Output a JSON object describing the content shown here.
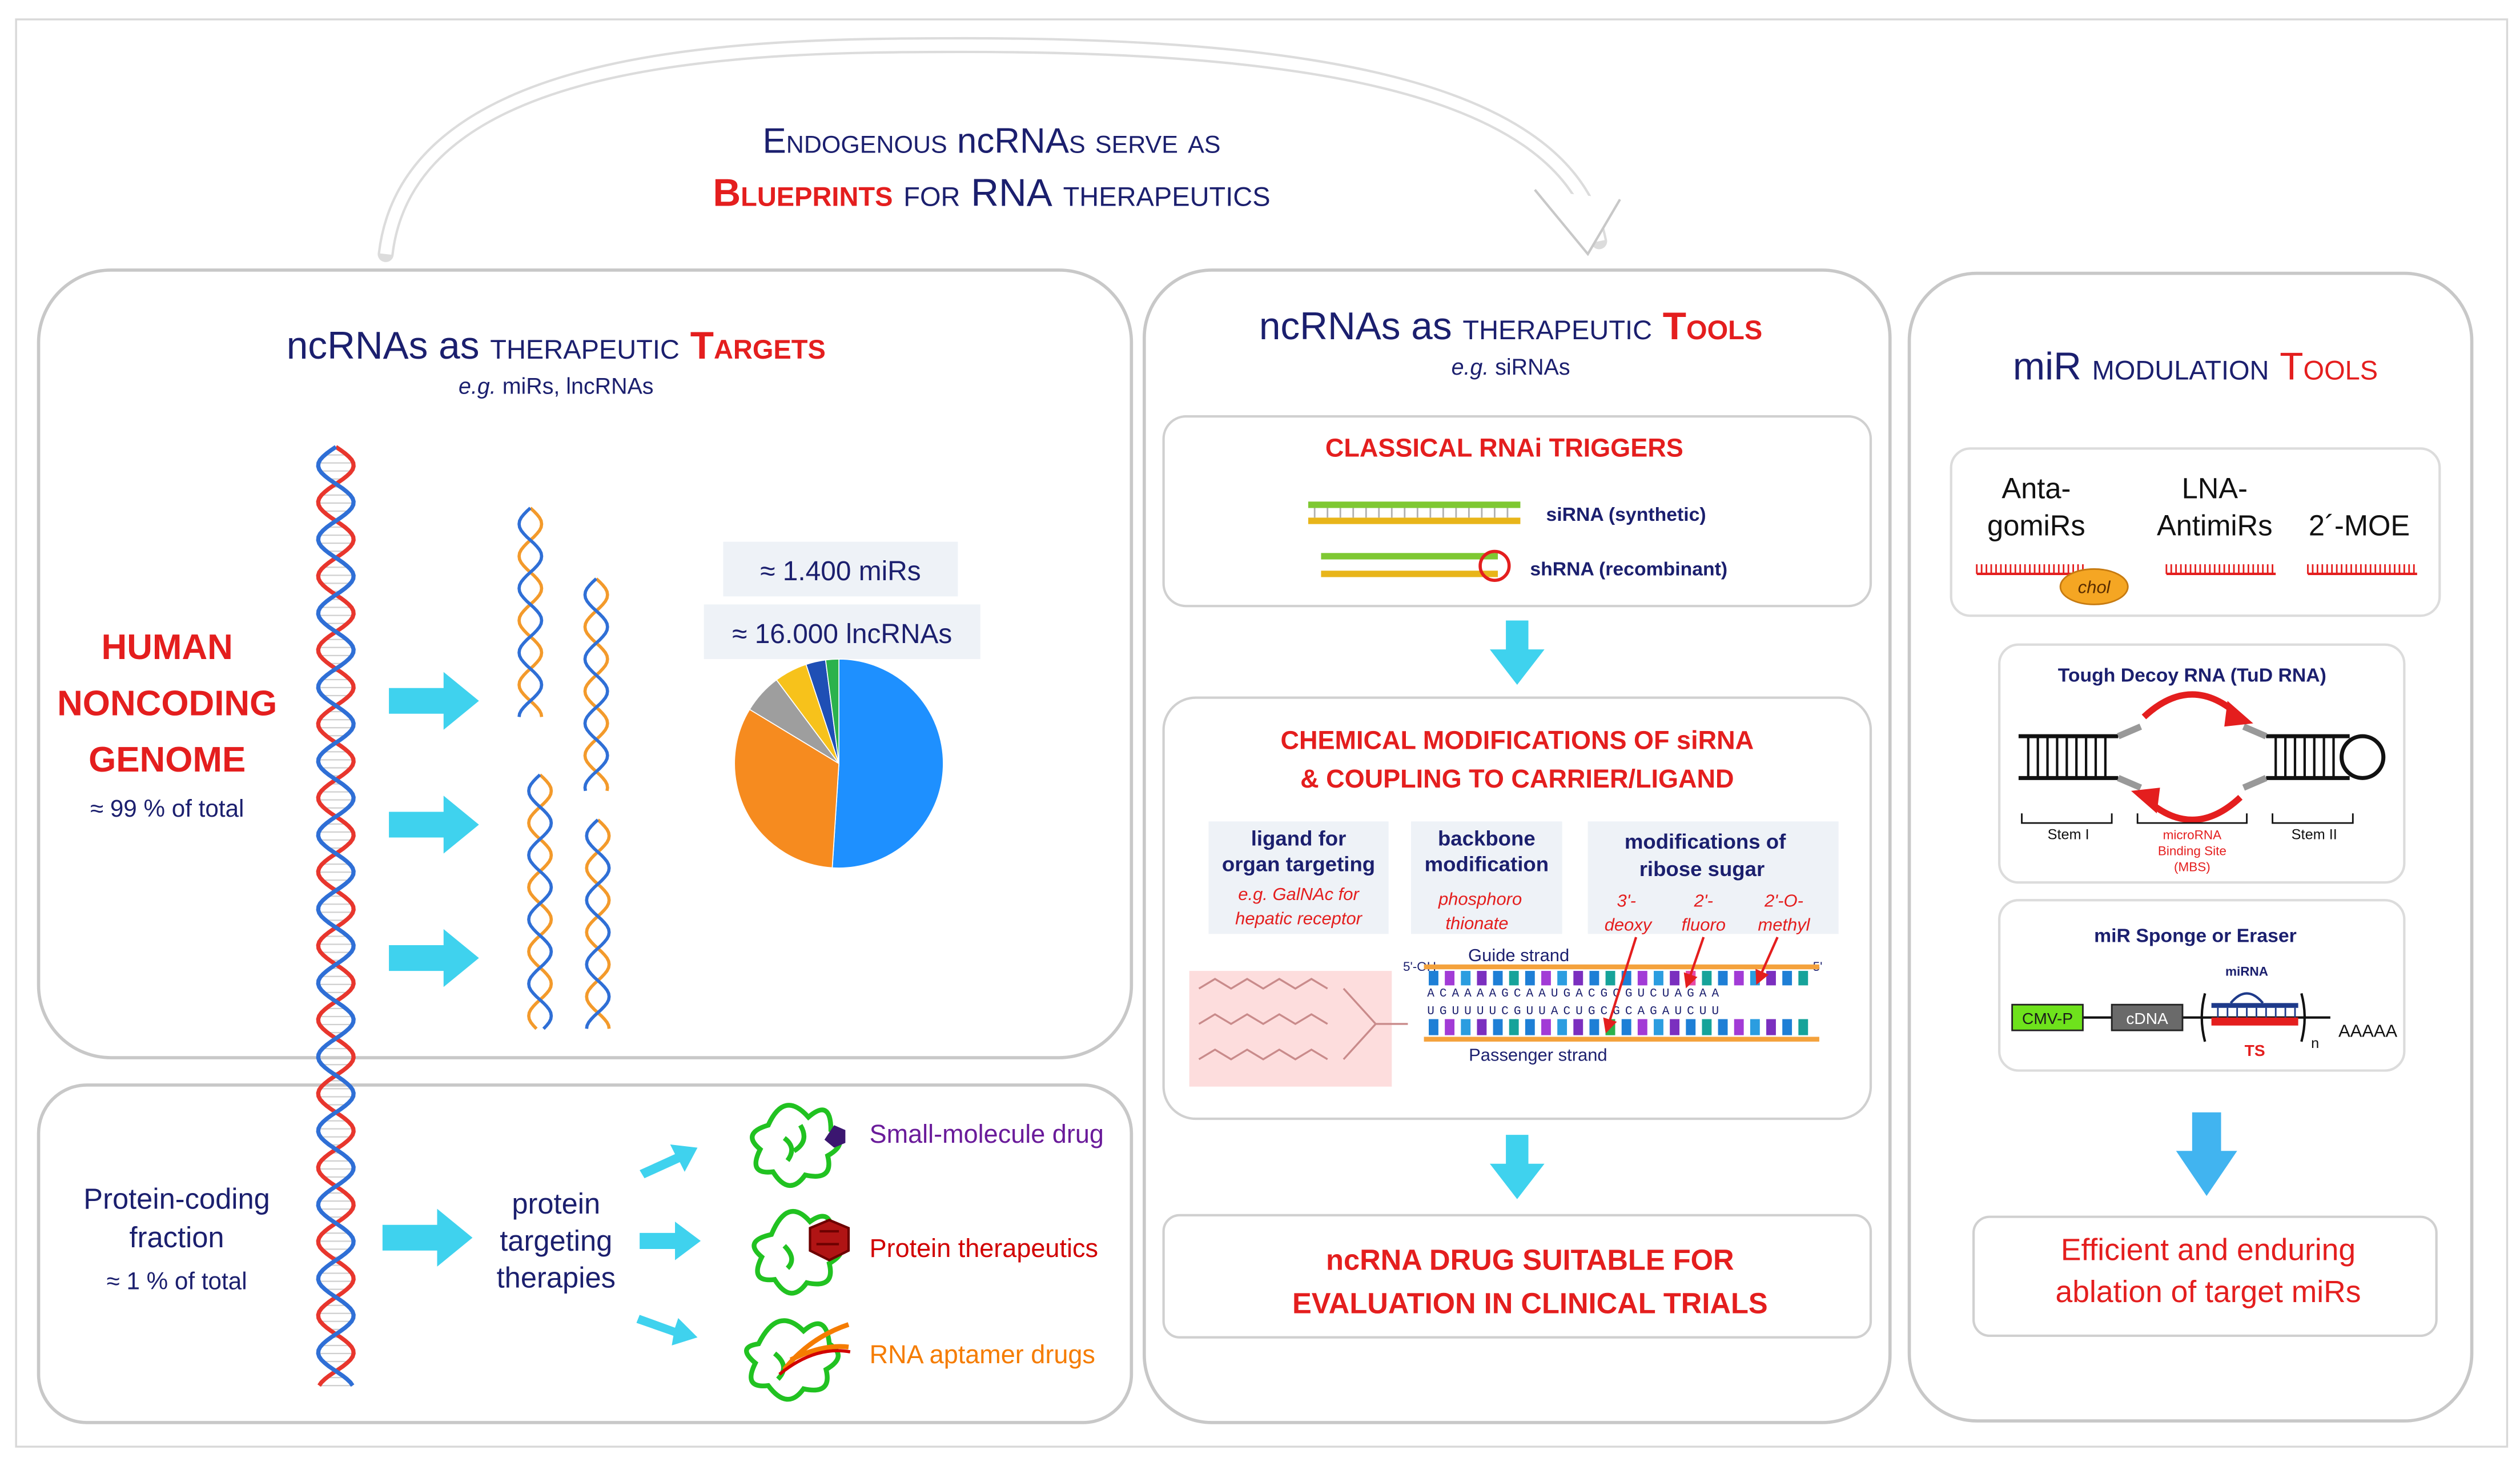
{
  "header": {
    "line1_prefix": "Endogenous ",
    "line1_nc": "ncRNA",
    "line1_s": "s",
    "line1_suffix": " serve as",
    "line2_red": "Blueprints",
    "line2_mid": " for ",
    "line2_rna": "RNA",
    "line2_end": " therapeutics"
  },
  "targets": {
    "title_a": "ncRNAs as ",
    "title_b": "therapeutic ",
    "title_c": "Targets",
    "subtitle_eg": "e.g.",
    "subtitle": " miRs, lncRNAs",
    "genome_l1": "HUMAN",
    "genome_l2": "NONCODING",
    "genome_l3": "GENOME",
    "genome_pct": "≈ 99 % of total",
    "stat_mirs": "≈ 1.400 miRs",
    "stat_lnc": "≈ 16.000 lncRNAs"
  },
  "chart_data": {
    "type": "pie",
    "values": [
      50,
      32,
      6,
      5,
      3,
      2
    ],
    "colors": [
      "#1e90ff",
      "#f68b1f",
      "#9e9e9e",
      "#f7c21b",
      "#1f4fb5",
      "#2bb24c"
    ]
  },
  "protein": {
    "label_l1": "Protein-coding",
    "label_l2": "fraction",
    "pct": "≈ 1 % of total",
    "therapies_l1": "protein",
    "therapies_l2": "targeting",
    "therapies_l3": "therapies",
    "drug1": "Small-molecule drug",
    "drug2": "Protein therapeutics",
    "drug3": "RNA aptamer drugs",
    "drug1_color": "#6a1b9a",
    "drug2_color": "#d10000",
    "drug3_color": "#f57c00"
  },
  "tools": {
    "title_a": "ncRNAs as ",
    "title_b": "therapeutic ",
    "title_c": "Tools",
    "subtitle_eg": "e.g.",
    "subtitle": " siRNAs",
    "rnai_title": "CLASSICAL RNAi TRIGGERS",
    "sirna": "siRNA (synthetic)",
    "shrna": "shRNA (recombinant)",
    "chem_l1": "CHEMICAL MODIFICATIONS OF siRNA",
    "chem_l2": "& COUPLING TO CARRIER/LIGAND",
    "ligand_h1": "ligand for",
    "ligand_h2": "organ targeting",
    "ligand_s1": "e.g. GalNAc for",
    "ligand_s2": "hepatic receptor",
    "backbone_h1": "backbone",
    "backbone_h2": "modification",
    "backbone_s1": "phosphoro",
    "backbone_s2": "thionate",
    "ribose_h1": "modifications of",
    "ribose_h2": "ribose sugar",
    "mod1_a": "3'-",
    "mod1_b": "deoxy",
    "mod2_a": "2'-",
    "mod2_b": "fluoro",
    "mod3_a": "2'-O-",
    "mod3_b": "methyl",
    "guide": "Guide strand",
    "passenger": "Passenger strand",
    "seq_top": "ACAAAAGCAAUGACGCGUCUAGAA",
    "seq_bot": "UGUUUUCGUUACUGCGCAGAUCUU",
    "five_prime": "5'-OH",
    "end_mark": "5'",
    "drug_l1": "ncRNA DRUG SUITABLE FOR",
    "drug_l2": "EVALUATION IN CLINICAL TRIALS"
  },
  "mir": {
    "title_a": "miR ",
    "title_b": "modulation ",
    "title_c": "Tools",
    "anta_l1": "Anta-",
    "anta_l2": "gomiRs",
    "lna_l1": "LNA-",
    "lna_l2": "AntimiRs",
    "moe": "2´-MOE",
    "chol": "chol",
    "tud_title": "Tough Decoy RNA (TuD RNA)",
    "stem1": "Stem I",
    "stem2": "Stem II",
    "mbs_l1": "microRNA",
    "mbs_l2": "Binding Site",
    "mbs_l3": "(MBS)",
    "sponge_title": "miR Sponge or Eraser",
    "mirna": "miRNA",
    "cmv": "CMV-P",
    "cdna": "cDNA",
    "ts": "TS",
    "n": "n",
    "polya": "AAAAA",
    "result_l1": "Efficient and enduring",
    "result_l2": "ablation of target miRs"
  },
  "colors": {
    "navy": "#1b1f6e",
    "red": "#e41e1e",
    "arrow": "#3fd2ee",
    "blue_arrow": "#41b4f0"
  }
}
